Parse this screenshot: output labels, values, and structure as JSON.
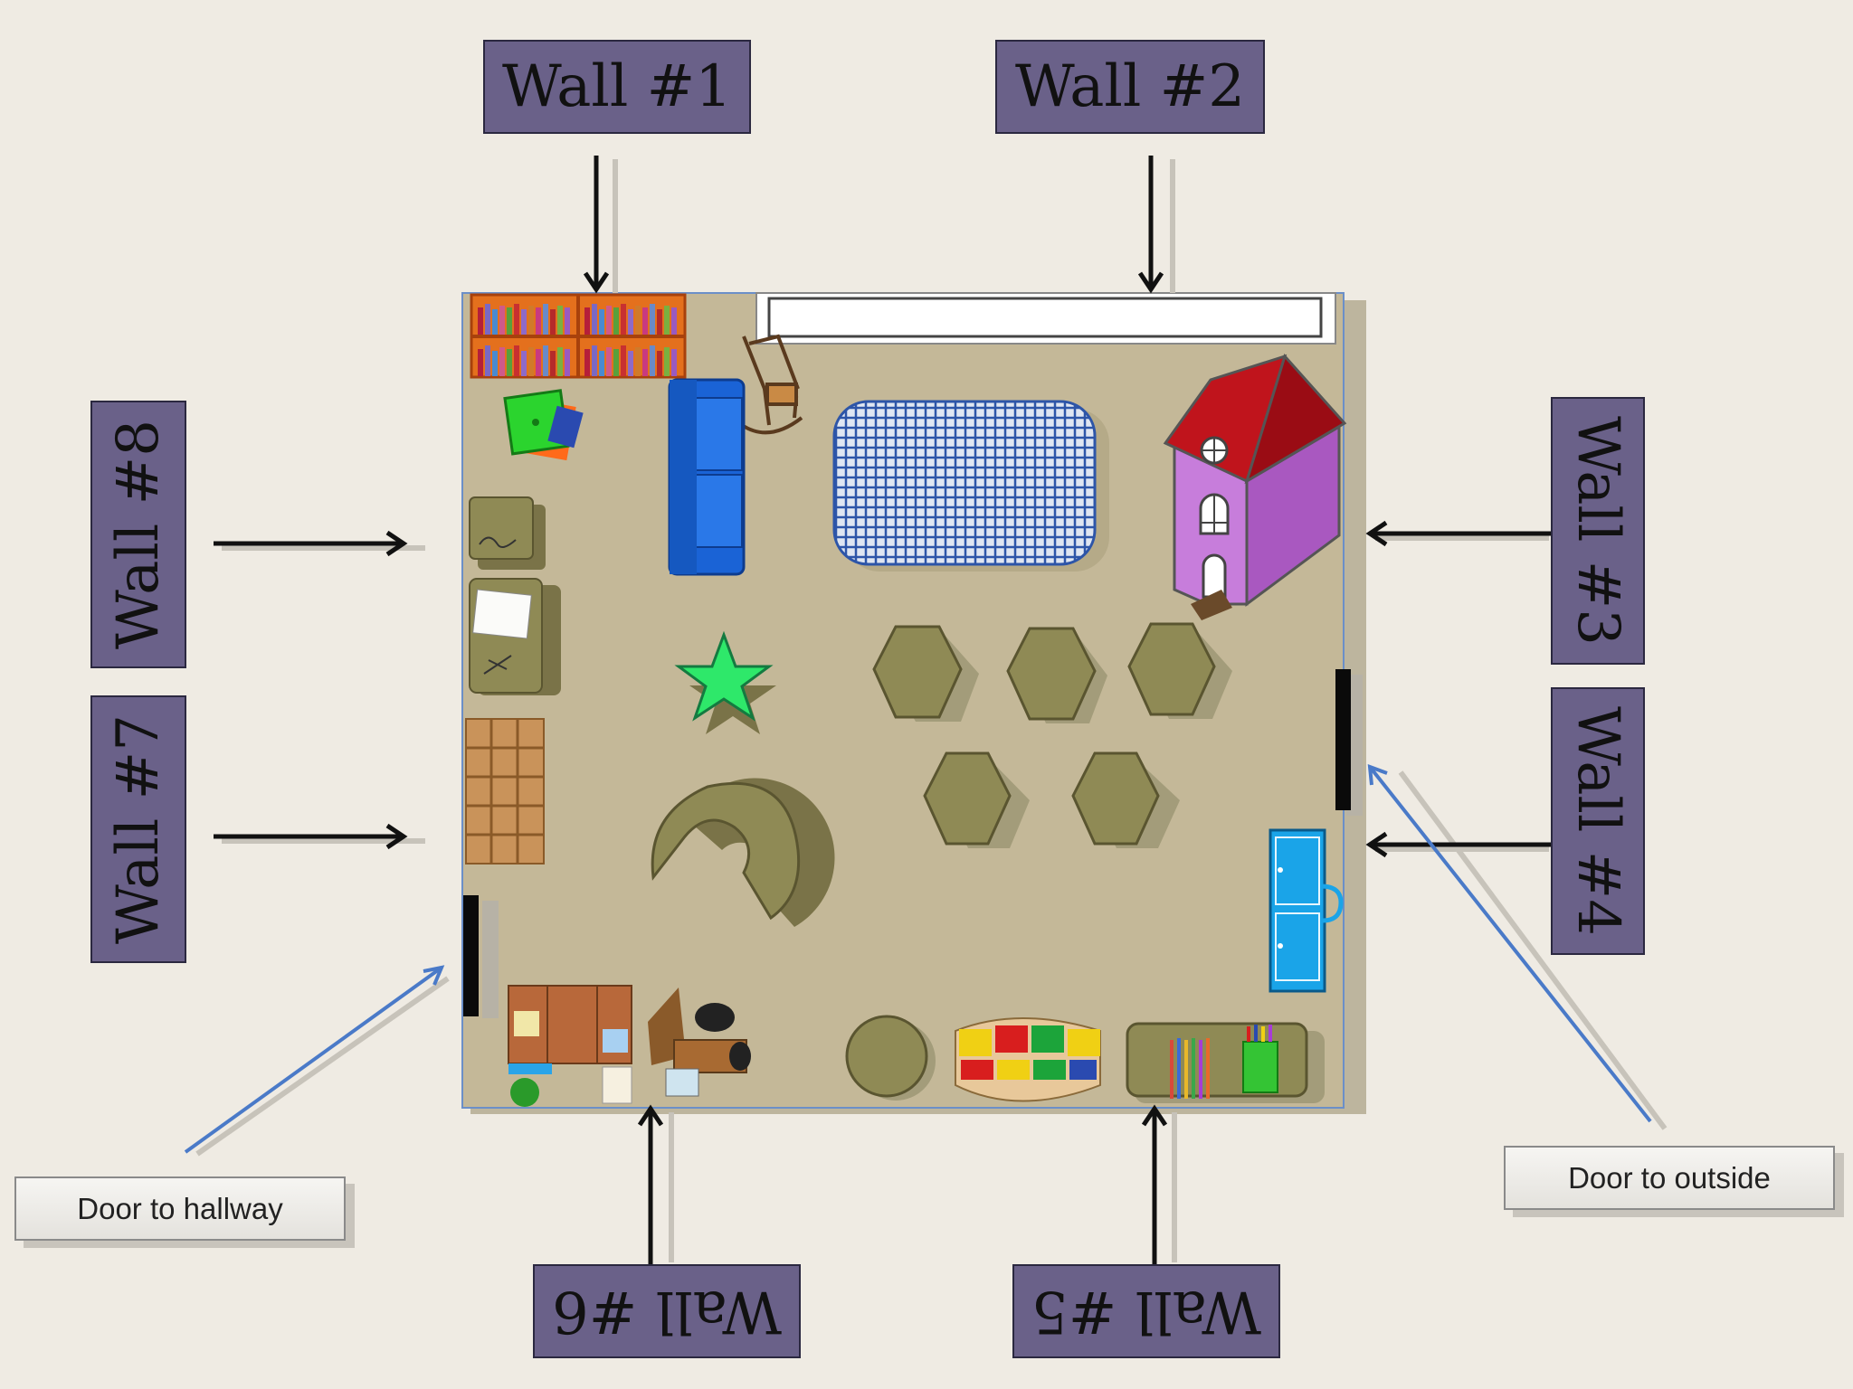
{
  "walls": [
    {
      "id": "1",
      "label": "Wall #1"
    },
    {
      "id": "2",
      "label": "Wall #2"
    },
    {
      "id": "3",
      "label": "Wall #3"
    },
    {
      "id": "4",
      "label": "Wall #4"
    },
    {
      "id": "5",
      "label": "Wall #5"
    },
    {
      "id": "6",
      "label": "Wall #6"
    },
    {
      "id": "7",
      "label": "Wall #7"
    },
    {
      "id": "8",
      "label": "Wall #8"
    }
  ],
  "doors": {
    "hallway": "Door to hallway",
    "outside": "Door to outside"
  },
  "colors": {
    "floor": "#c4b898",
    "label_fill": "#6a6189",
    "table": "#8f8a55",
    "rug": "#3f67b5",
    "house_wall": "#c77ddb",
    "house_roof": "#c0141c",
    "couch": "#1a63d6",
    "star": "#2ee86a"
  }
}
